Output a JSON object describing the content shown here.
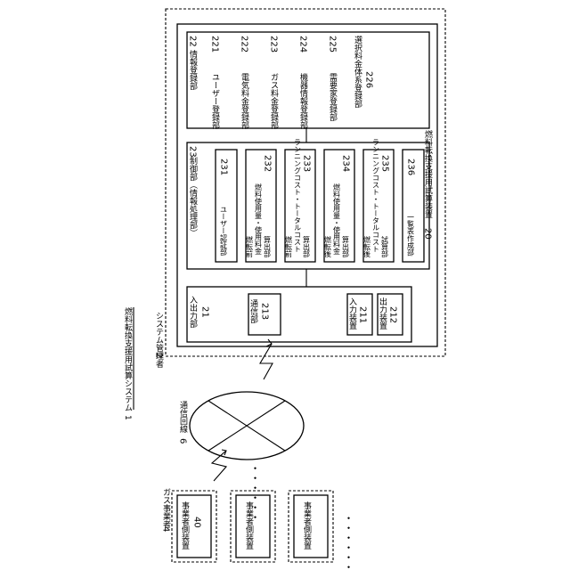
{
  "system": {
    "label": "燃料転換支援用試算システム",
    "ref": "1"
  },
  "admin": {
    "label": "システム管理者",
    "ref": "2"
  },
  "device": {
    "label": "燃料転換支援用試算装置",
    "ref": "20"
  },
  "registry": {
    "label": "情報登録部",
    "ref": "22",
    "items": [
      {
        "label": "ユーザー登録部",
        "ref": "221"
      },
      {
        "label": "電気料金登録部",
        "ref": "222"
      },
      {
        "label": "ガス料金登録部",
        "ref": "223"
      },
      {
        "label": "機器情報登録部",
        "ref": "224"
      },
      {
        "label": "需要家登録部",
        "ref": "225"
      },
      {
        "label": "選択料金体系登録部",
        "ref": "226"
      }
    ]
  },
  "control": {
    "label": "制御部（情報処理部）",
    "ref": "23",
    "items": [
      {
        "lines": [
          "ユーザー認証部"
        ],
        "ref": "231"
      },
      {
        "lines": [
          "燃転前",
          "燃料使用量・使用料金",
          "算出部"
        ],
        "ref": "232"
      },
      {
        "lines": [
          "燃転前",
          "ランニングコスト・トータルコスト",
          "算出部"
        ],
        "ref": "233"
      },
      {
        "lines": [
          "燃転後",
          "燃料使用量・使用料金",
          "算出部"
        ],
        "ref": "234"
      },
      {
        "lines": [
          "燃転後",
          "ランニングコスト・トータルコスト",
          "試算部"
        ],
        "ref": "235"
      },
      {
        "lines": [
          "一覧表作成部"
        ],
        "ref": "236"
      }
    ]
  },
  "io": {
    "label": "入出力部",
    "ref": "21",
    "comm": {
      "label": "通信部",
      "ref": "213"
    },
    "input": {
      "label": "入力装置",
      "ref": "211"
    },
    "output": {
      "label": "出力装置",
      "ref": "212"
    }
  },
  "network": {
    "label": "通信回線",
    "ref": "6"
  },
  "gas_company": {
    "label": "ガス事業者",
    "ref": "4"
  },
  "terminals": [
    {
      "label": "事業者側装置",
      "ref": "40"
    },
    {
      "label": "事業者側装置"
    },
    {
      "label": "事業者側装置"
    }
  ],
  "ellipsis": "・・・・・・"
}
